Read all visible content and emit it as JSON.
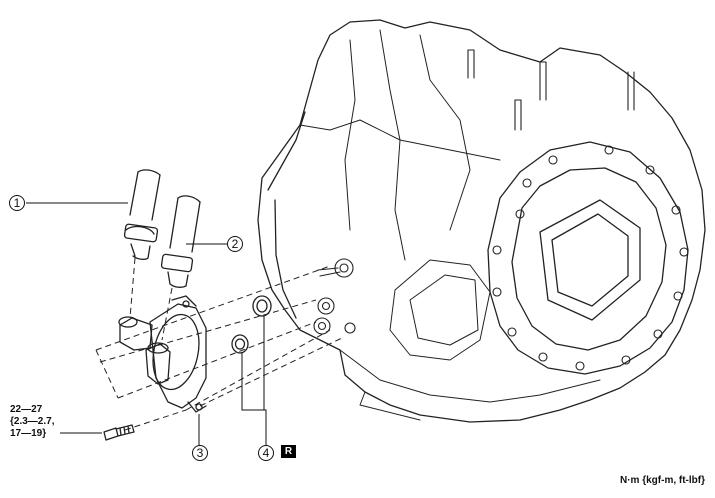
{
  "callouts": [
    {
      "id": "1",
      "label": "1"
    },
    {
      "id": "2",
      "label": "2"
    },
    {
      "id": "3",
      "label": "3"
    },
    {
      "id": "4",
      "label": "4"
    }
  ],
  "torque": {
    "line1": "22—27",
    "line2": "{2.3—2.7,",
    "line3": "17—19}"
  },
  "badge": "R",
  "units": "N·m {kgf-m, ft-lbf}"
}
